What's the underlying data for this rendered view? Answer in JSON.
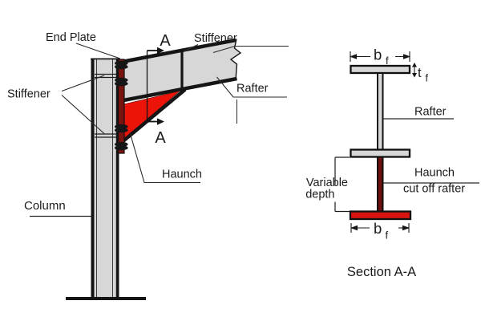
{
  "left": {
    "end_plate": "End Plate",
    "stiffener_left": "Stiffener",
    "stiffener_top": "Stiffener",
    "rafter": "Rafter",
    "haunch": "Haunch",
    "column": "Column",
    "section_marker": "A"
  },
  "right": {
    "flange_width_symbol": "b",
    "flange_width_sub": "f",
    "flange_thickness_symbol": "t",
    "flange_thickness_sub": "f",
    "rafter": "Rafter",
    "haunch_note_line1": "Haunch",
    "haunch_note_line2": "cut off rafter",
    "depth_note_line1": "Variable",
    "depth_note_line2": "depth",
    "caption": "Section A-A"
  },
  "colors": {
    "steel_gray": "#d7d7d7",
    "outline_black": "#151515",
    "haunch_red": "#ec1408",
    "end_plate_maroon": "#7a1210",
    "section_haunch_web_maroon": "#6e1110",
    "section_haunch_flange_red": "#d81410"
  }
}
